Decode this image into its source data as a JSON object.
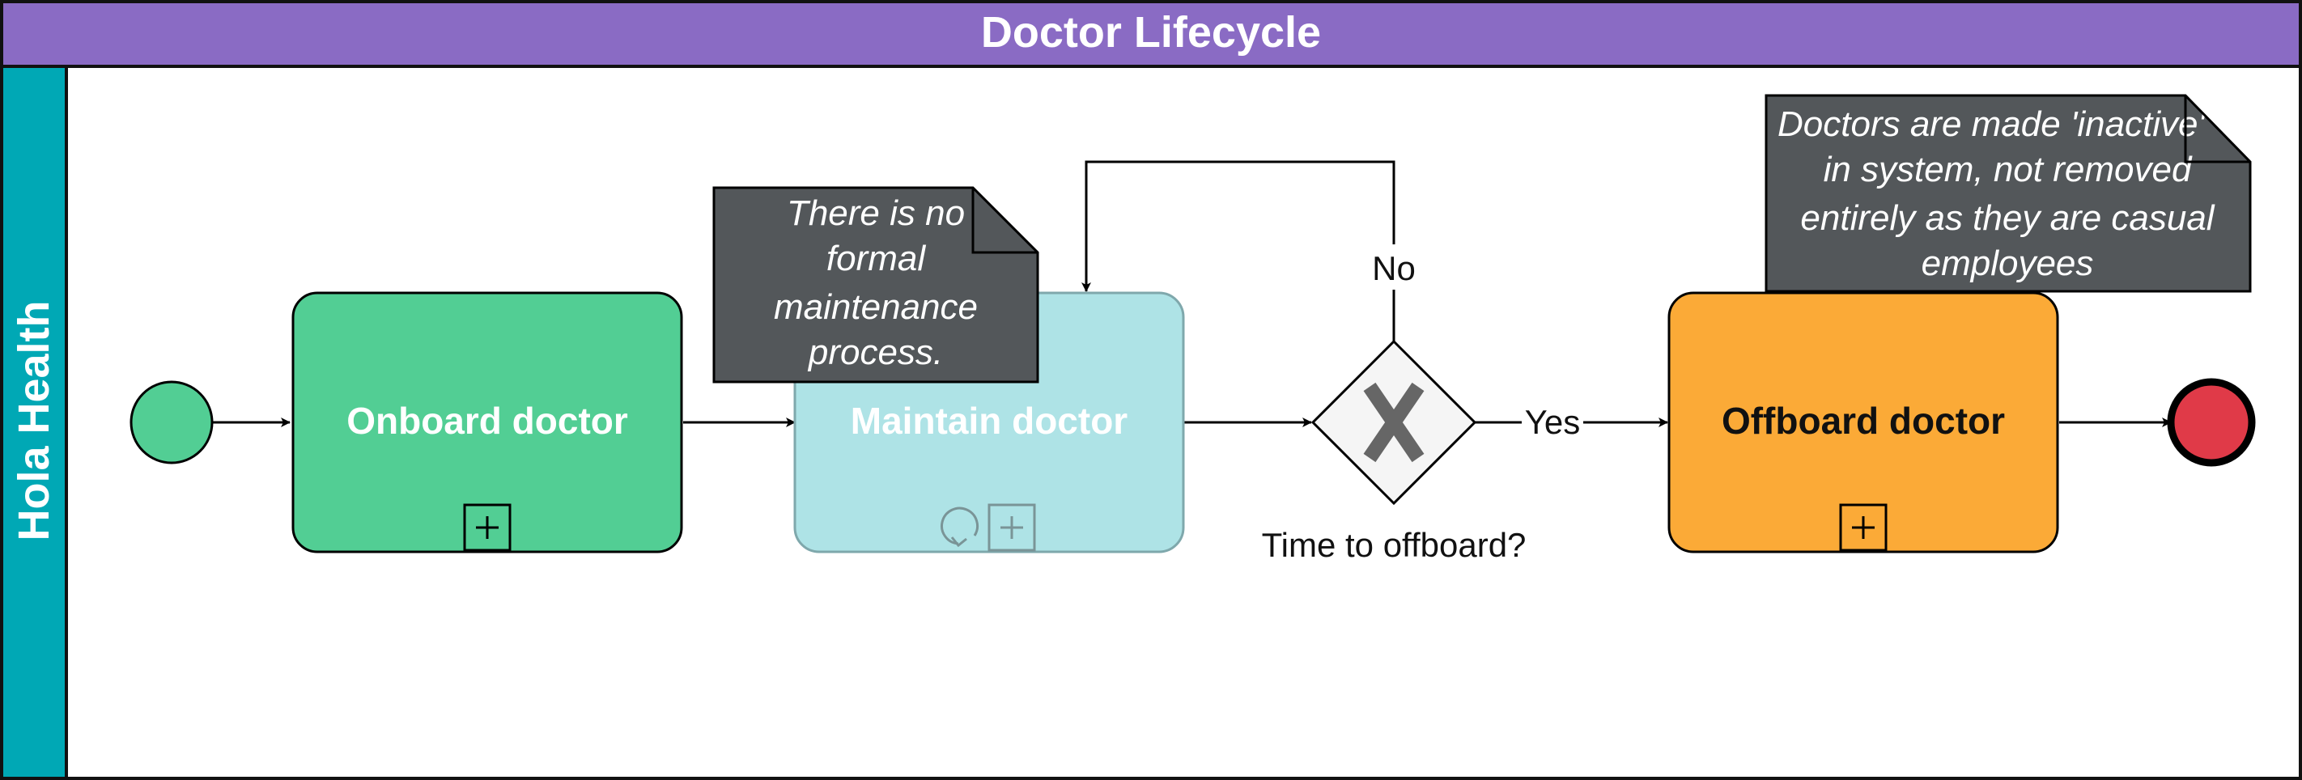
{
  "pool": {
    "title": "Doctor Lifecycle",
    "lane": "Hola Health"
  },
  "tasks": {
    "onboard": "Onboard doctor",
    "maintain": "Maintain doctor",
    "offboard": "Offboard doctor"
  },
  "gateway": {
    "label": "Time to offboard?",
    "yes_label": "Yes",
    "no_label": "No"
  },
  "annotations": {
    "maintenance": [
      "There is no",
      "formal",
      "maintenance",
      "process."
    ],
    "inactive": [
      "Doctors are made 'inactive'",
      "in system, not removed",
      "entirely as they are casual",
      "employees"
    ]
  },
  "colors": {
    "title_bar": "#8A6BC4",
    "lane_bar": "#00A8B5",
    "start_event": "#52CE94",
    "onboard_task": "#52CE94",
    "maintain_task": "#AEE3E6",
    "offboard_task": "#FBAA37",
    "end_event": "#E03A48",
    "note_fill": "#53575A",
    "gateway_fill": "#F5F5F5",
    "gateway_x": "#666666"
  }
}
